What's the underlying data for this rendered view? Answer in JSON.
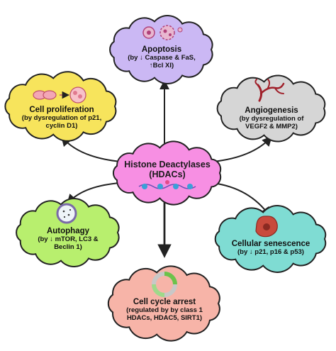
{
  "center": {
    "line1": "Histone Deactylases",
    "line2": "(HDACs)",
    "color": "#f78fe3"
  },
  "nodes": {
    "apoptosis": {
      "title": "Apoptosis",
      "line1": "(by ↓ Caspase & FaS,",
      "line2": "↑Bcl XI)",
      "color": "#cbb8f4"
    },
    "proliferation": {
      "title": "Cell proliferation",
      "line1": "(by dysregulation of p21,",
      "line2": "cyclin D1)",
      "color": "#f7e45c"
    },
    "angiogenesis": {
      "title": "Angiogenesis",
      "line1": "(by dysregulation of",
      "line2": "VEGF2 & MMP2)",
      "color": "#d6d6d6"
    },
    "autophagy": {
      "title": "Autophagy",
      "line1": "(by ↓ mTOR, LC3 &",
      "line2": "Beclin 1)",
      "color": "#b8ef6e"
    },
    "senescence": {
      "title": "Cellular senescence",
      "line1": "(by ↓ p21, p16 & p53)",
      "color": "#7fdcd3"
    },
    "arrest": {
      "title": "Cell cycle arrest",
      "line1": "(regulated by by class 1",
      "line2": "HDACs, HDAC5, SIRT1)",
      "color": "#f7b4a8"
    }
  }
}
